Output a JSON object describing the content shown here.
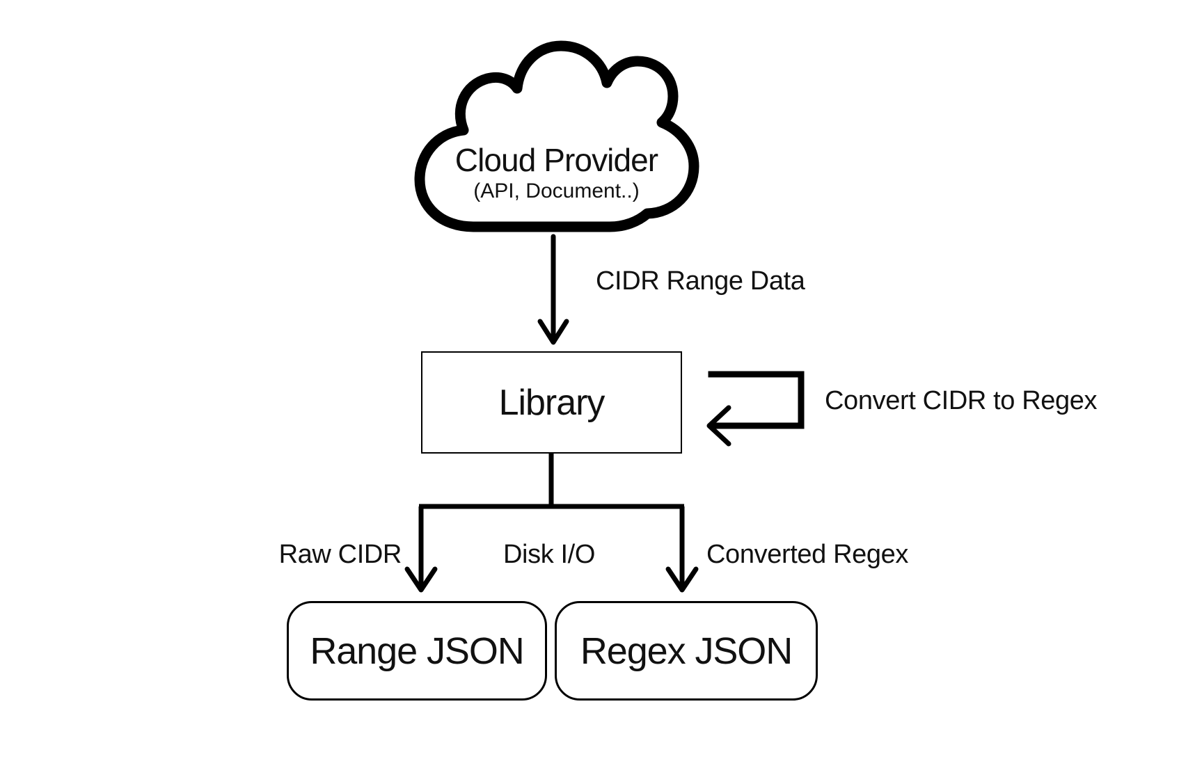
{
  "diagram": {
    "cloud": {
      "title": "Cloud Provider",
      "subtitle": "(API, Document..)"
    },
    "nodes": {
      "library": "Library",
      "range_json": "Range JSON",
      "regex_json": "Regex JSON"
    },
    "edges": {
      "cloud_to_library": "CIDR Range Data",
      "self_loop": "Convert CIDR to Regex",
      "left_branch": "Raw CIDR",
      "middle_branch": "Disk I/O",
      "right_branch": "Converted Regex"
    },
    "colors": {
      "background": "#ffffff",
      "stroke": "#000000",
      "text": "#111111"
    }
  }
}
